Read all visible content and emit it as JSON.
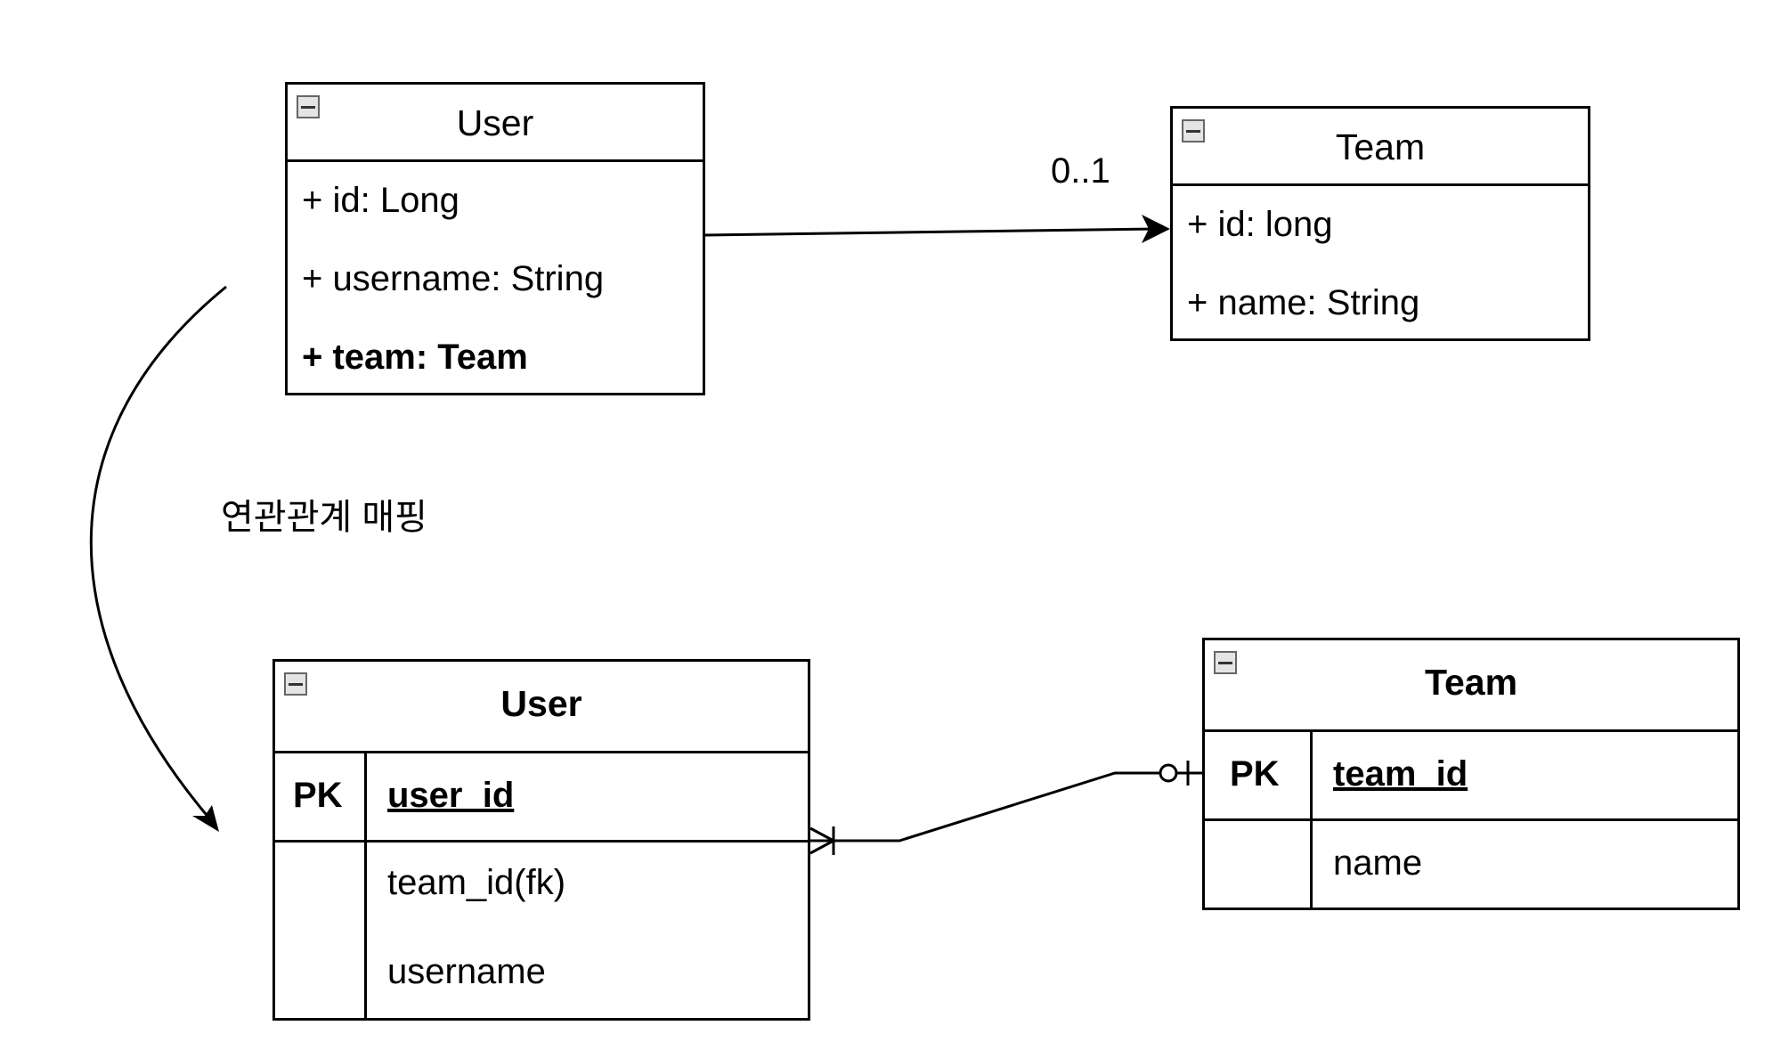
{
  "uml": {
    "user": {
      "title": "User",
      "attributes": [
        "+ id: Long",
        "+ username: String",
        "+ team: Team"
      ]
    },
    "team": {
      "title": "Team",
      "attributes": [
        "+ id: long",
        "+ name: String"
      ]
    },
    "association_multiplicity": "0..1"
  },
  "mapping_label": "연관관계 매핑",
  "erd": {
    "user": {
      "title": "User",
      "pk_label": "PK",
      "pk_column": "user_id",
      "columns": [
        "team_id(fk)",
        "username"
      ]
    },
    "team": {
      "title": "Team",
      "pk_label": "PK",
      "pk_column": "team_id",
      "columns": [
        "name"
      ]
    }
  }
}
